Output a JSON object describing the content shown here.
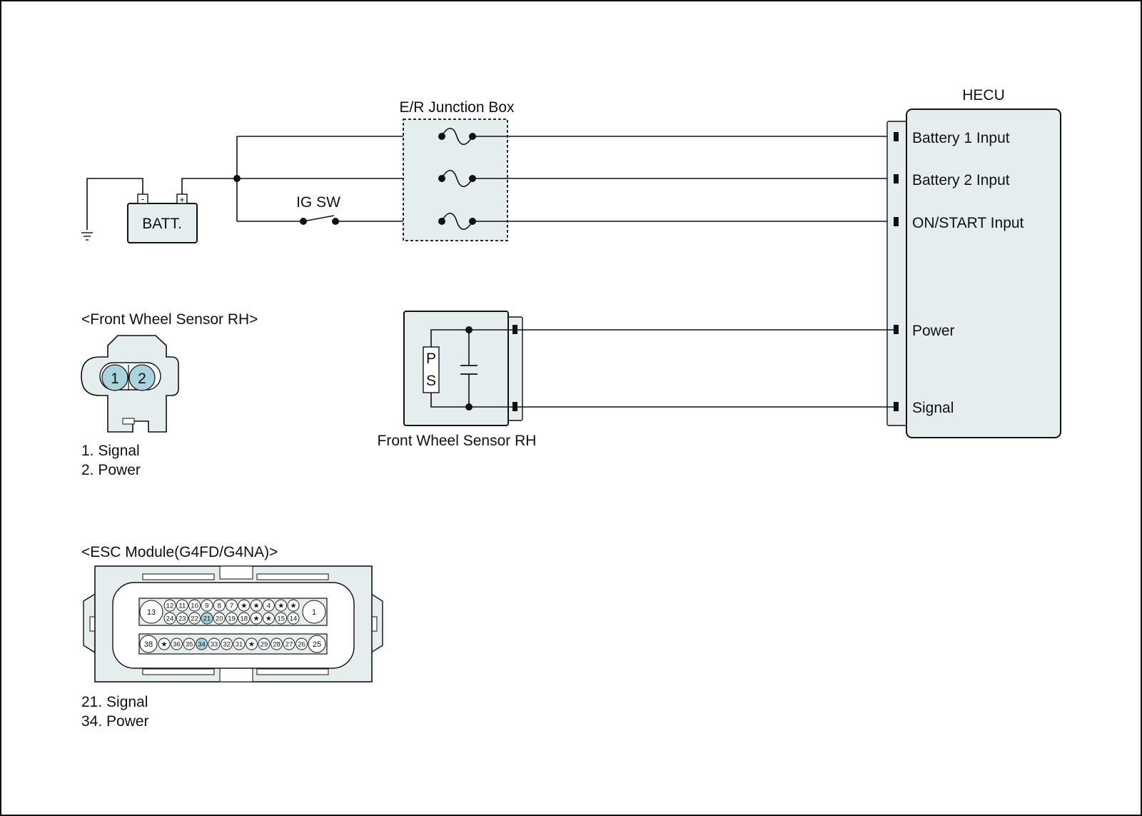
{
  "diagram": {
    "junction_box_label": "E/R Junction Box",
    "hecu_label": "HECU",
    "battery_label": "BATT.",
    "battery_minus": "-",
    "battery_plus": "+",
    "ig_sw_label": "IG SW",
    "hecu_pins": [
      {
        "label": "Battery 1 Input"
      },
      {
        "label": "Battery 2 Input"
      },
      {
        "label": "ON/START Input"
      },
      {
        "label": "Power"
      },
      {
        "label": "Signal"
      }
    ],
    "sensor_label": "Front Wheel Sensor RH",
    "sensor_element_p": "P",
    "sensor_element_s": "S",
    "front_sensor_connector": {
      "title": "<Front Wheel Sensor RH>",
      "pin1": "1",
      "pin2": "2",
      "legend": [
        "1. Signal",
        "2. Power"
      ]
    },
    "esc_connector": {
      "title": "<ESC Module(G4FD/G4NA)>",
      "big_left_top": "13",
      "big_right_top": "1",
      "row1": [
        "12",
        "11",
        "10",
        "9",
        "8",
        "7",
        "★",
        "★",
        "4",
        "★",
        "★"
      ],
      "row2": [
        "24",
        "23",
        "22",
        "21",
        "20",
        "19",
        "18",
        "★",
        "★",
        "15",
        "14"
      ],
      "big_left_bottom": "38",
      "big_right_bottom": "25",
      "row3": [
        "★",
        "36",
        "35",
        "34",
        "33",
        "32",
        "31",
        "★",
        "29",
        "28",
        "27",
        "26"
      ],
      "highlight": [
        "21",
        "34"
      ],
      "legend": [
        "21. Signal",
        "34. Power"
      ]
    }
  }
}
